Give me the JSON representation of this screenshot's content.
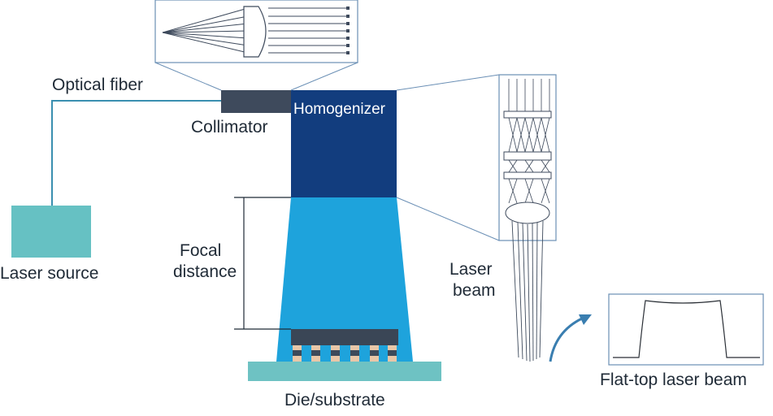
{
  "labels": {
    "optical_fiber": "Optical fiber",
    "collimator": "Collimator",
    "homogenizer": "Homogenizer",
    "laser_source": "Laser source",
    "focal_line1": "Focal",
    "focal_line2": "distance",
    "laser_line1": "Laser",
    "laser_line2": "beam",
    "die_substrate": "Die/substrate",
    "flat_top": "Flat-top laser beam"
  },
  "colors": {
    "laser_source": "#66c1c3",
    "fiber": "#3a8fb0",
    "collimator": "#3e4a5c",
    "homogenizer": "#123d7e",
    "beam": "#1ea3dc",
    "substrate": "#6ec2c3",
    "die": "#3a4656",
    "bump_pillar": "#e8c7a8",
    "bump_cap": "#3d4a5a",
    "inset_frame": "#6a8fb5",
    "arrow": "#3a7eb0"
  },
  "icons": {
    "curved_arrow": "curved-arrow-icon"
  }
}
